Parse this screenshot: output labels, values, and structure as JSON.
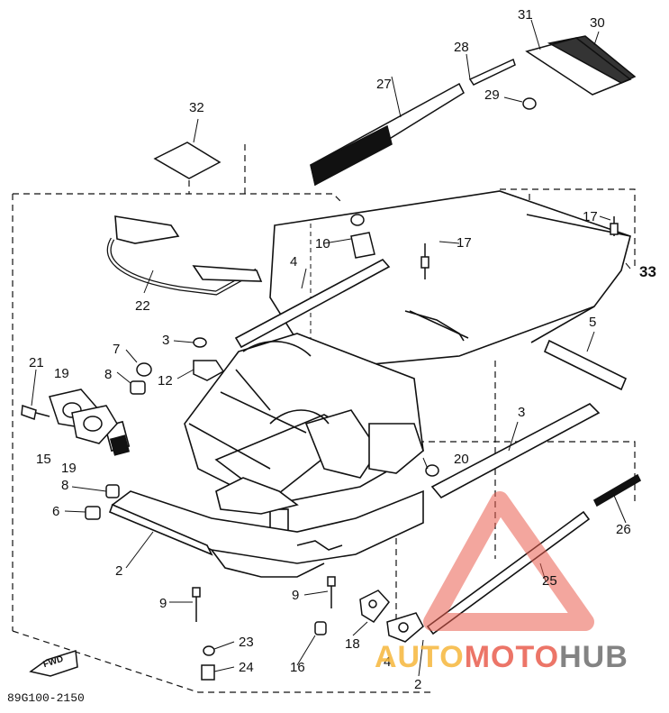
{
  "diagram_code": "89G100-2150",
  "fwd_label": "FWD",
  "watermark": {
    "part1": "AUTO",
    "part2": "MOTO",
    "part3": "HUB",
    "color_orange": "#f6b73c",
    "color_red": "#e95d4e",
    "color_gray": "#6e6e6e"
  },
  "callouts": {
    "c31": "31",
    "c30": "30",
    "c28": "28",
    "c27": "27",
    "c29": "29",
    "c32": "32",
    "c17a": "17",
    "c17b": "17",
    "c33": "33",
    "c10": "10",
    "c4": "4",
    "c22": "22",
    "c3a": "3",
    "c7": "7",
    "c8a": "8",
    "c12": "12",
    "c21": "21",
    "c19a": "19",
    "c15": "15",
    "c19b": "19",
    "c5": "5",
    "c3b": "3",
    "c20": "20",
    "c8b": "8",
    "c6": "6",
    "c2a": "2",
    "c26": "26",
    "c25": "25",
    "c9a": "9",
    "c9b": "9",
    "c18": "18",
    "c16": "16",
    "c23": "23",
    "c24": "24",
    "c4b": "4",
    "c2b": "2"
  }
}
